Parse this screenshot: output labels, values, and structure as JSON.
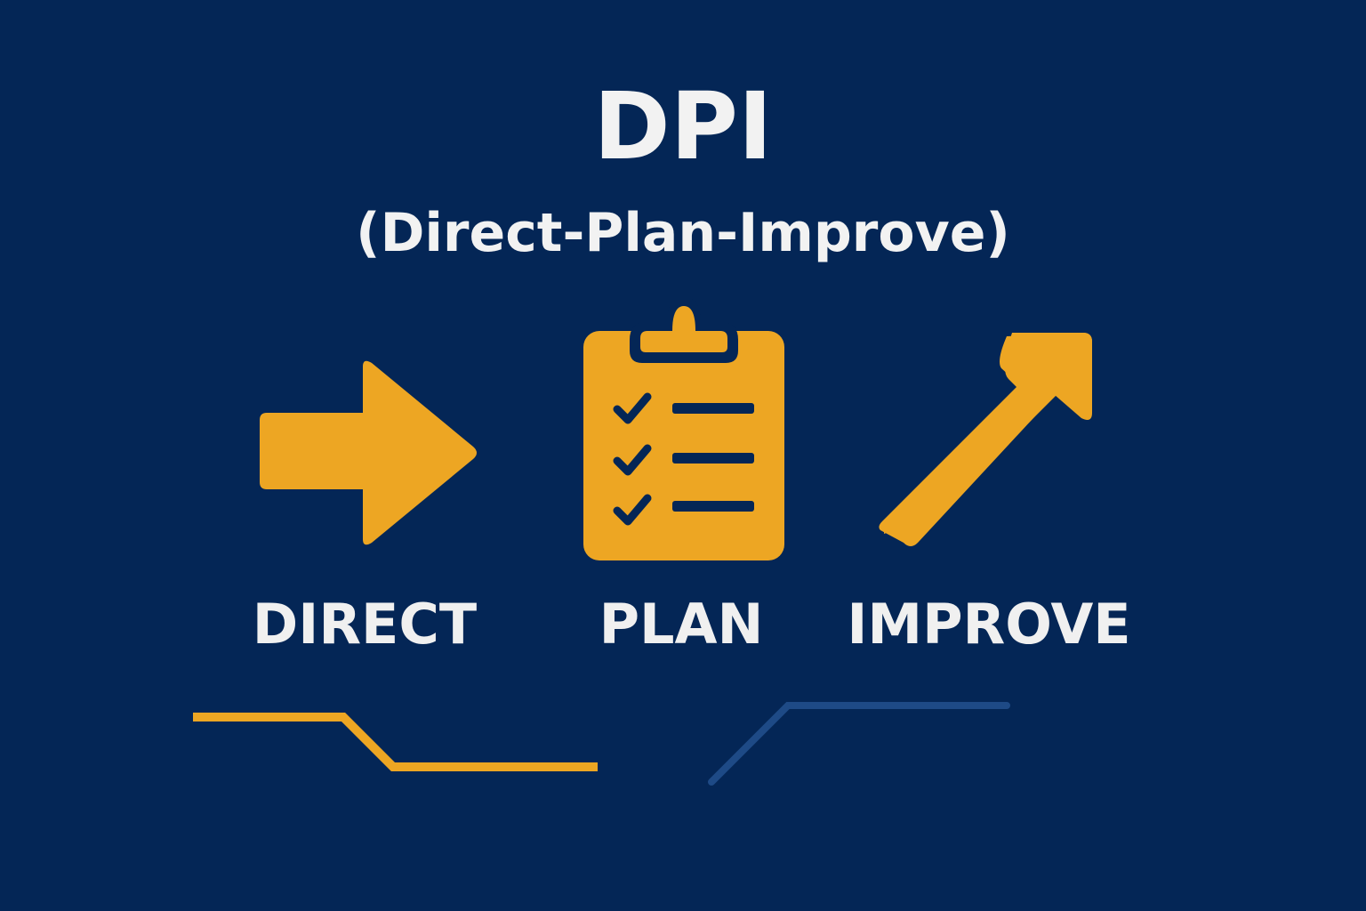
{
  "title": "DPI",
  "subtitle": "(Direct-Plan-Improve)",
  "steps": [
    {
      "label": "DIRECT",
      "icon": "right-arrow-icon"
    },
    {
      "label": "PLAN",
      "icon": "clipboard-checklist-icon"
    },
    {
      "label": "IMPROVE",
      "icon": "up-right-arrow-icon"
    }
  ],
  "colors": {
    "background": "#042656",
    "accent": "#EDA623",
    "text": "#F2F2F2",
    "secondary_line": "#1E4A86"
  }
}
